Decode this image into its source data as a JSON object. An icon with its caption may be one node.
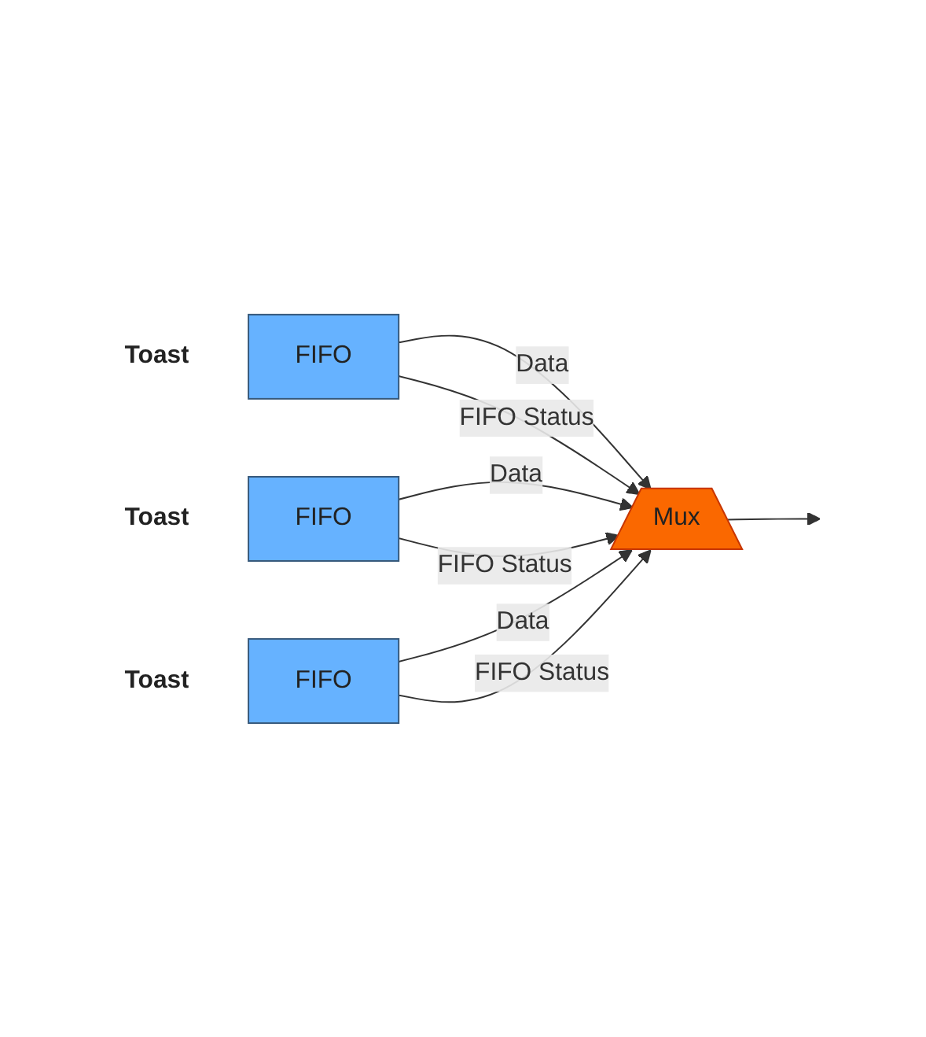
{
  "diagram": {
    "nodes": [
      {
        "text": [
          "FIFO"
        ],
        "beside": [
          "Toast"
        ]
      },
      {
        "text": [
          "FIFO"
        ],
        "beside": [
          "Toast"
        ]
      },
      {
        "text": [
          "FIFO"
        ],
        "beside": [
          "Toast"
        ]
      },
      {
        "text": [
          "Mux"
        ]
      }
    ],
    "edges": [
      {
        "from": 0,
        "to": 3,
        "arrow": "to",
        "label": "Data"
      },
      {
        "from": 0,
        "to": 3,
        "arrow": "to",
        "label": "FIFO Status"
      },
      {
        "from": 1,
        "to": 3,
        "arrow": "to",
        "label": "Data"
      },
      {
        "from": 1,
        "to": 3,
        "arrow": "to",
        "label": "FIFO Status"
      },
      {
        "from": 2,
        "to": 3,
        "arrow": "to",
        "label": "Data"
      },
      {
        "from": 2,
        "to": 3,
        "arrow": "to",
        "label": "FIFO Status"
      },
      {
        "from": 3,
        "to": null,
        "arrow": "to"
      }
    ]
  }
}
